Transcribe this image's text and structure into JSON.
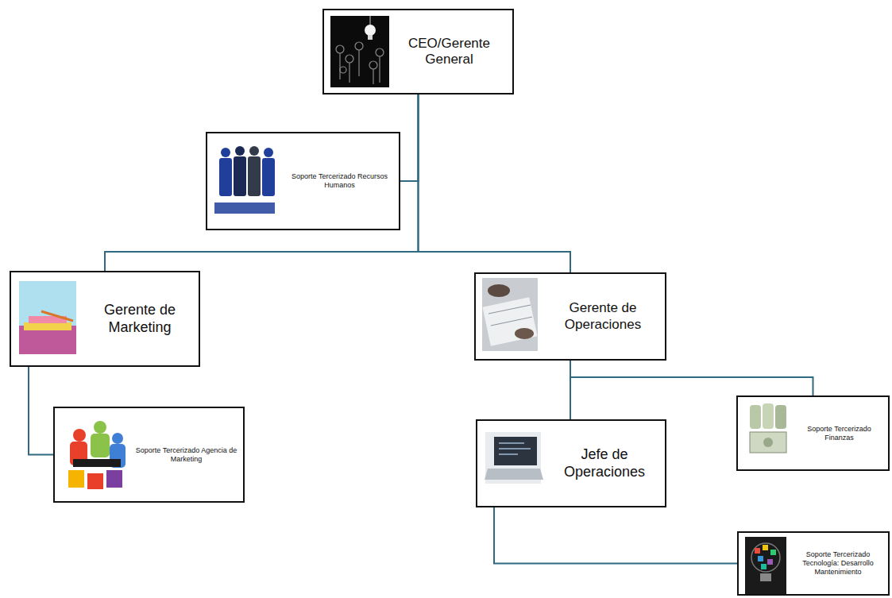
{
  "diagram": {
    "nodes": [
      {
        "text": [
          "CEO/Gerente General"
        ]
      },
      {
        "text": [
          "Soporte Tercerizado Recursos Humanos"
        ]
      },
      {
        "text": [
          "Gerente de Marketing"
        ]
      },
      {
        "text": [
          "Gerente de Operaciones"
        ]
      },
      {
        "text": [
          "Soporte Tercerizado Agencia de Marketing"
        ]
      },
      {
        "text": [
          "Jefe de Operaciones"
        ]
      },
      {
        "text": [
          "Soporte Tercerizado Finanzas"
        ]
      },
      {
        "text": [
          "Soporte Tercerizado Tecnología: Desarrollo Mantenimiento"
        ]
      }
    ],
    "edges": [
      {
        "from": 0,
        "to": 1,
        "arrow": "none"
      },
      {
        "from": 0,
        "to": 2,
        "arrow": "none"
      },
      {
        "from": 0,
        "to": 3,
        "arrow": "none"
      },
      {
        "from": 2,
        "to": 4,
        "arrow": "none"
      },
      {
        "from": 3,
        "to": 5,
        "arrow": "none"
      },
      {
        "from": 3,
        "to": 6,
        "arrow": "none"
      },
      {
        "from": 5,
        "to": 7,
        "arrow": "none"
      }
    ]
  }
}
